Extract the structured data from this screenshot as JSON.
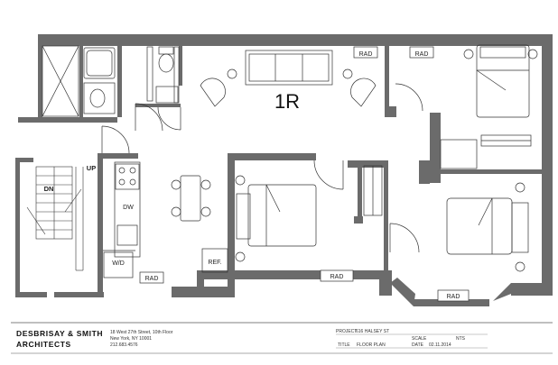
{
  "plan": {
    "unit_label": "1R",
    "radiator_label": "RAD",
    "stair_up": "UP",
    "stair_down": "DN",
    "dishwasher": "DW",
    "washer_dryer": "W/D",
    "refrigerator": "REF."
  },
  "title_block": {
    "firm_line1": "DESBRISAY & SMITH",
    "firm_line2": "ARCHITECTS",
    "address_line1": "18 West 27th Street, 10th Floor",
    "address_line2": "New York, NY 10001",
    "address_line3": "212.683.4576",
    "project_key": "PROJECT",
    "project_value": "616 HALSEY ST",
    "scale_key": "SCALE",
    "scale_value": "NTS",
    "title_key": "TITLE",
    "title_value": "FLOOR PLAN",
    "date_key": "DATE",
    "date_value": "02.11.2014"
  }
}
